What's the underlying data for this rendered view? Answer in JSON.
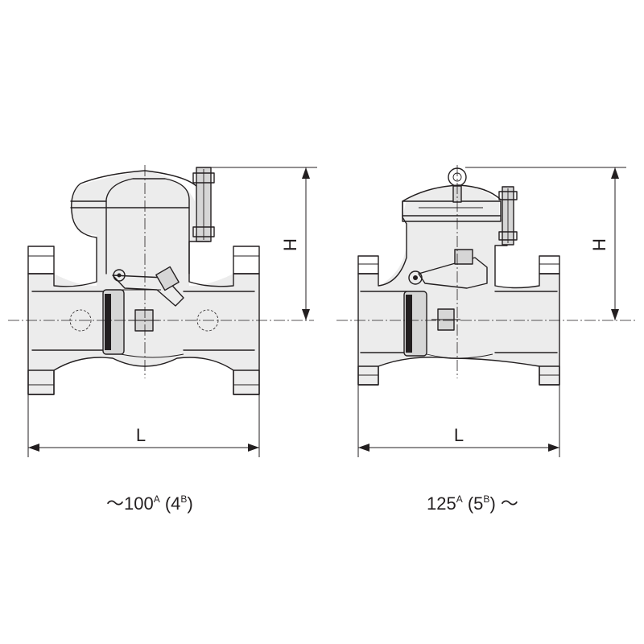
{
  "dimensions": {
    "left_length": "L",
    "left_height": "H",
    "right_length": "L",
    "right_height": "H"
  },
  "captions": {
    "left": {
      "prefix": "～100",
      "sup_a": "A",
      "open": " (4",
      "sup_b": "B",
      "close": ")"
    },
    "right": {
      "prefix": "125",
      "sup_a": "A",
      "open": " (5",
      "sup_b": "B",
      "close": ") ～"
    }
  }
}
